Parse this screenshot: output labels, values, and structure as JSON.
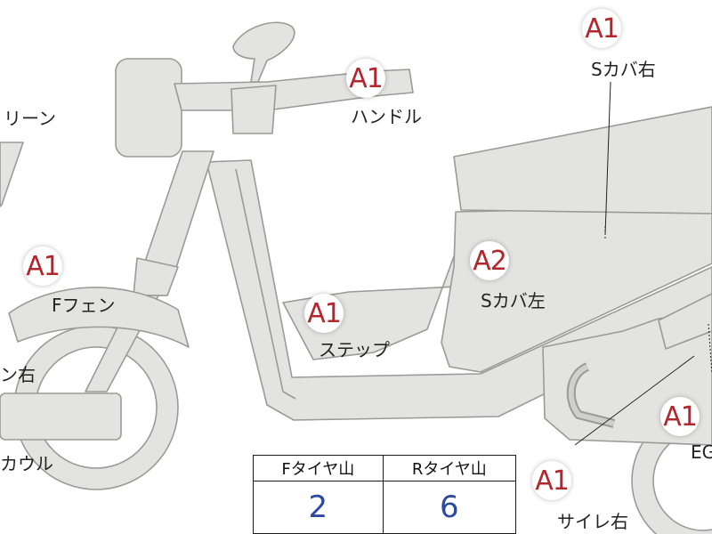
{
  "labels": {
    "screen": "リーン",
    "handle": "ハンドル",
    "s_cover_right": "Sカバ右",
    "f_fender": "Fフェン",
    "s_cover_left": "Sカバ左",
    "step": "ステップ",
    "right_cover": "ン右",
    "cowl": "カウル",
    "eg": "EG",
    "side_right": "サイレ右"
  },
  "badges": {
    "handle": "A1",
    "s_cover_right": "A1",
    "f_fender": "A1",
    "s_cover_left": "A2",
    "step": "A1",
    "eg": "A1",
    "side_right": "A1"
  },
  "tire_table": {
    "headers": [
      "Fタイヤ山",
      "Rタイヤ山"
    ],
    "values": [
      "2",
      "6"
    ]
  },
  "colors": {
    "body_fill": "#e3e3e1",
    "body_stroke": "#9a9a98",
    "grade_text": "#b3262b",
    "value_text": "#2b4aa0"
  }
}
